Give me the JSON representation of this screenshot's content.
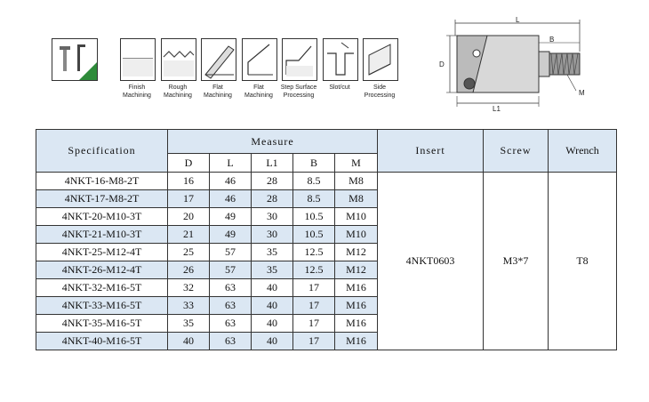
{
  "operations": [
    {
      "name": "finish",
      "label": "Finish\nMachining"
    },
    {
      "name": "rough",
      "label": "Rough\nMachining"
    },
    {
      "name": "flat1",
      "label": "Flat\nMachining"
    },
    {
      "name": "flat2",
      "label": "Flat\nMachining"
    },
    {
      "name": "step",
      "label": "Step Surface\nProcessing"
    },
    {
      "name": "slot",
      "label": "Slot/cut"
    },
    {
      "name": "side",
      "label": "Side\nProcessing"
    }
  ],
  "diagram": {
    "L": "L",
    "B": "B",
    "D": "D",
    "M": "M",
    "L1": "L1"
  },
  "table": {
    "spec_header": "Specification",
    "measure_header": "Measure",
    "insert_header": "Insert",
    "screw_header": "Screw",
    "wrench_header": "Wrench",
    "sub_headers": [
      "D",
      "L",
      "L1",
      "B",
      "M"
    ],
    "rows": [
      {
        "spec": "4NKT-16-M8-2T",
        "D": "16",
        "L": "46",
        "L1": "28",
        "B": "8.5",
        "M": "M8"
      },
      {
        "spec": "4NKT-17-M8-2T",
        "D": "17",
        "L": "46",
        "L1": "28",
        "B": "8.5",
        "M": "M8"
      },
      {
        "spec": "4NKT-20-M10-3T",
        "D": "20",
        "L": "49",
        "L1": "30",
        "B": "10.5",
        "M": "M10"
      },
      {
        "spec": "4NKT-21-M10-3T",
        "D": "21",
        "L": "49",
        "L1": "30",
        "B": "10.5",
        "M": "M10"
      },
      {
        "spec": "4NKT-25-M12-4T",
        "D": "25",
        "L": "57",
        "L1": "35",
        "B": "12.5",
        "M": "M12"
      },
      {
        "spec": "4NKT-26-M12-4T",
        "D": "26",
        "L": "57",
        "L1": "35",
        "B": "12.5",
        "M": "M12"
      },
      {
        "spec": "4NKT-32-M16-5T",
        "D": "32",
        "L": "63",
        "L1": "40",
        "B": "17",
        "M": "M16"
      },
      {
        "spec": "4NKT-33-M16-5T",
        "D": "33",
        "L": "63",
        "L1": "40",
        "B": "17",
        "M": "M16"
      },
      {
        "spec": "4NKT-35-M16-5T",
        "D": "35",
        "L": "63",
        "L1": "40",
        "B": "17",
        "M": "M16"
      },
      {
        "spec": "4NKT-40-M16-5T",
        "D": "40",
        "L": "63",
        "L1": "40",
        "B": "17",
        "M": "M16"
      }
    ],
    "insert": "4NKT0603",
    "screw": "M3*7",
    "wrench": "T8"
  },
  "colors": {
    "header_bg": "#dbe7f3",
    "accent_green": "#2e8b3a"
  }
}
